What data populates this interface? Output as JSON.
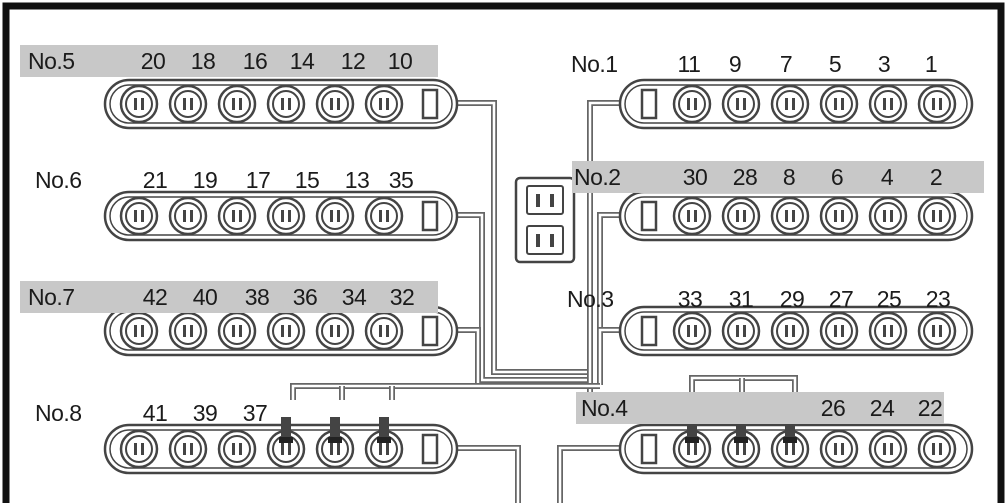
{
  "colors": {
    "frame": "#111111",
    "highlight": "#c8c8c8",
    "cable": "#666666",
    "outline": "#444444",
    "text": "#1b1b1b"
  },
  "strips": [
    {
      "id": "No.5",
      "label": "No.5",
      "highlighted": true,
      "numbers": [
        "20",
        "18",
        "16",
        "14",
        "12",
        "10"
      ]
    },
    {
      "id": "No.6",
      "label": "No.6",
      "highlighted": false,
      "numbers": [
        "21",
        "19",
        "17",
        "15",
        "13",
        "35"
      ]
    },
    {
      "id": "No.7",
      "label": "No.7",
      "highlighted": true,
      "numbers": [
        "42",
        "40",
        "38",
        "36",
        "34",
        "32"
      ]
    },
    {
      "id": "No.8",
      "label": "No.8",
      "highlighted": false,
      "numbers": [
        "41",
        "39",
        "37",
        "",
        "",
        ""
      ]
    },
    {
      "id": "No.1",
      "label": "No.1",
      "highlighted": false,
      "numbers": [
        "11",
        "9",
        "7",
        "5",
        "3",
        "1"
      ]
    },
    {
      "id": "No.2",
      "label": "No.2",
      "highlighted": true,
      "numbers": [
        "30",
        "28",
        "8",
        "6",
        "4",
        "2"
      ]
    },
    {
      "id": "No.3",
      "label": "No.3",
      "highlighted": false,
      "numbers": [
        "33",
        "31",
        "29",
        "27",
        "25",
        "23"
      ]
    },
    {
      "id": "No.4",
      "label": "No.4",
      "highlighted": true,
      "numbers": [
        "",
        "",
        "",
        "26",
        "24",
        "22"
      ]
    }
  ]
}
